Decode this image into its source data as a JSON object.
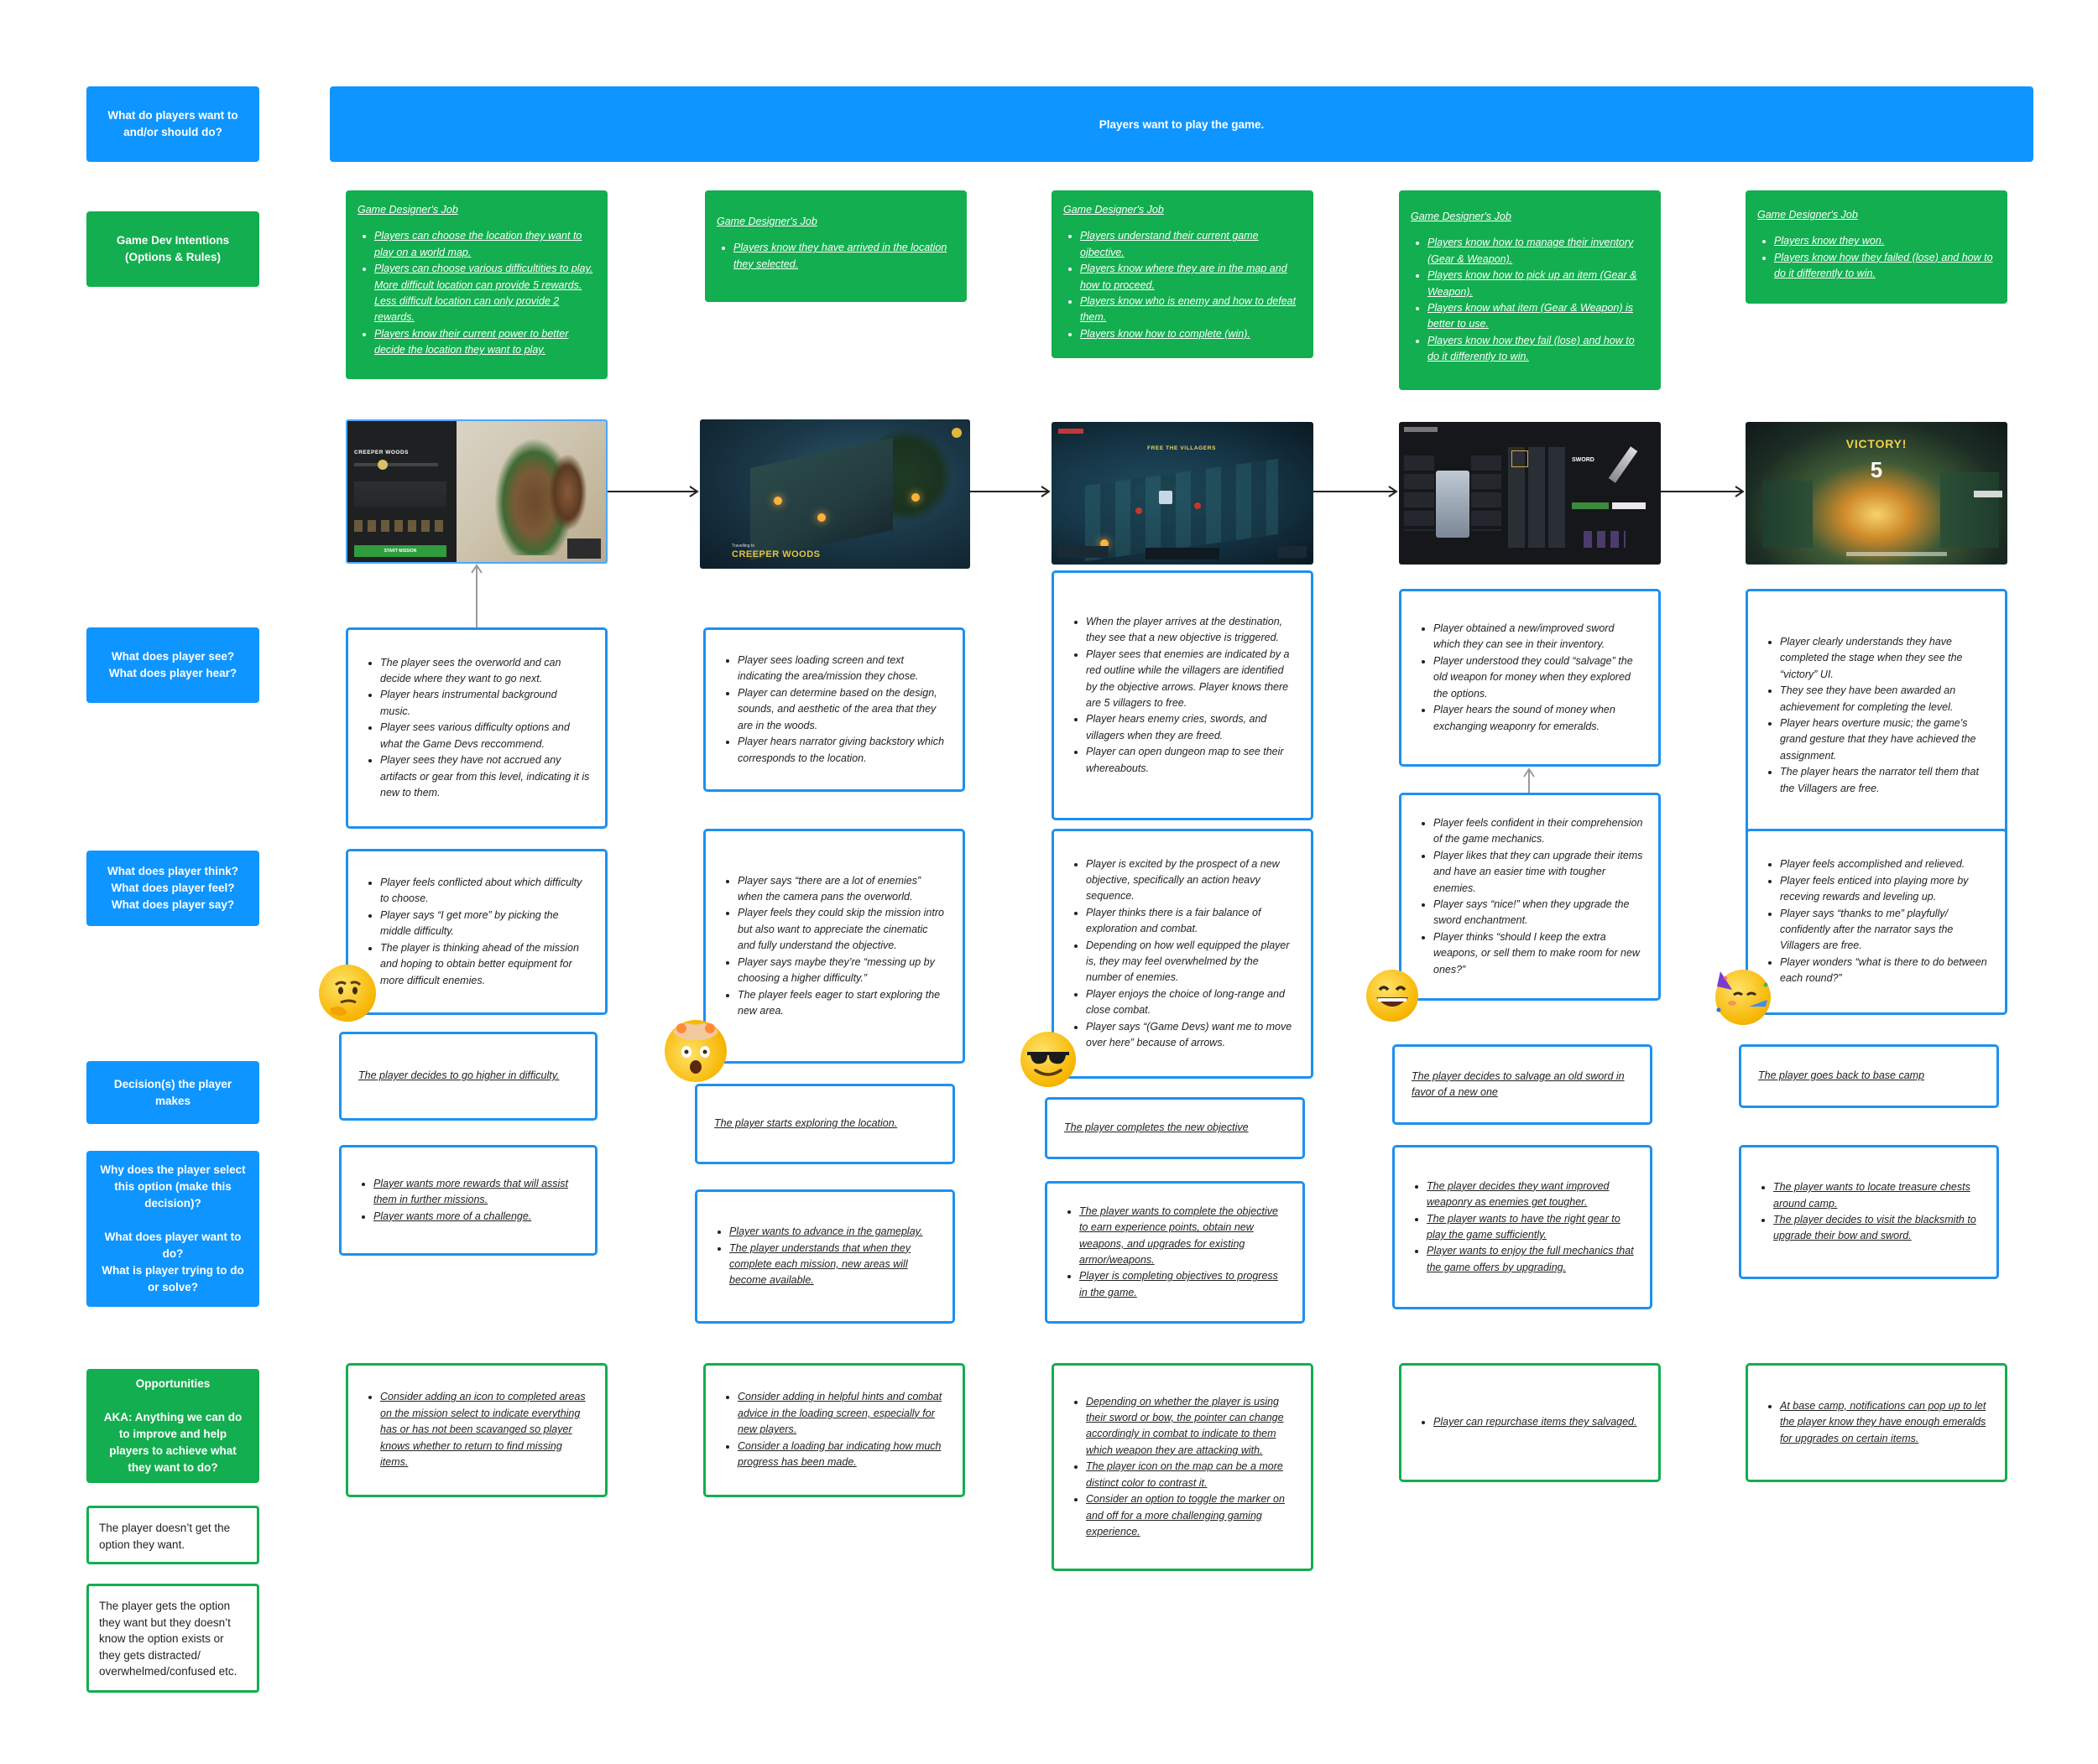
{
  "row_labels": {
    "want": "What do players want to\nand/or should do?",
    "intentions": "Game Dev Intentions\n(Options & Rules)",
    "see_hear": "What does player see?\nWhat does player hear?",
    "think_feel_say": "What does player think?\nWhat does player feel?\nWhat does player say?",
    "decision": "Decision(s) the player makes",
    "why": "Why does the player select this option (make this decision)?\n\nWhat does player want to do?\nWhat is player trying to do or solve?",
    "opportunities_title": "Opportunities",
    "opportunities_sub": "AKA: Anything we can do to improve and help players to achieve what they want to do?",
    "note_1": "The player doesn’t get the option they want.",
    "note_2": "The player gets the option they want but they doesn’t know the option exists or they gets distracted/ overwhelmed/confused etc."
  },
  "banner": "Players want to play the game.",
  "columns": [
    {
      "job_title": "Game Designer's Job",
      "job_items": [
        "Players can choose the location they want to play on a world map.",
        "Players can choose various difficultities to play. More difficult location can provide 5 rewards. Less difficult location can only provide 2 rewards.",
        "Players know their current power to better decide the location they want to play."
      ],
      "screenshot": {
        "title": "CREEPER WOODS",
        "button": "START MISSION"
      },
      "see_hear": [
        "The player sees the overworld and can decide where they want to go next.",
        "Player hears instrumental background music.",
        "Player sees various difficulty options and what the Game Devs reccommend.",
        "Player sees they have not accrued any artifacts or gear from this level, indicating it is new to them."
      ],
      "think": [
        "Player feels conflicted about which difficulty to choose.",
        "Player says “I get more” by picking the middle difficulty.",
        "The player is thinking ahead of the mission and hoping to obtain better equipment for more difficult enemies."
      ],
      "emoji": "thinking-face",
      "decision": "The player decides to go higher in difficulty.",
      "why": [
        "Player wants more rewards that will assist them in further missions.",
        "Player wants more of a challenge."
      ],
      "opportunities": [
        "Consider adding an icon to completed areas on the mission select to indicate everything has or has not been scavanged so player knows whether to return to find missing items."
      ]
    },
    {
      "job_title": "Game Designer's Job",
      "job_items": [
        "Players know they have arrived in the location they selected."
      ],
      "screenshot": {
        "title": "Travelling to",
        "subtitle": "CREEPER WOODS"
      },
      "see_hear": [
        "Player sees loading screen and text indicating the area/mission they chose.",
        "Player can determine based on the design, sounds, and aesthetic of the area that they are in the woods.",
        "Player hears narrator giving backstory which corresponds to the location."
      ],
      "think": [
        "Player says “there are a lot of enemies” when the camera pans the overworld.",
        "Player feels they could skip the mission intro but also want to appreciate the cinematic and fully understand the objective.",
        "Player says maybe they’re “messing up by choosing a higher difficulty.”",
        "The player feels eager to start exploring the new area."
      ],
      "emoji": "exploding-head",
      "decision": "The player starts exploring the location.",
      "why": [
        "Player wants to advance in the gameplay.",
        "The player understands that when they complete each mission, new areas will become available."
      ],
      "opportunities": [
        "Consider adding in helpful hints and combat advice in the loading screen, especially for new players.",
        "Consider a loading bar indicating how much progress has been made."
      ]
    },
    {
      "job_title": "Game Designer's Job",
      "job_items": [
        "Players understand their current game ojbective.",
        "Players know where they are in the map and how to proceed.",
        "Players know who is enemy and how to defeat them.",
        "Players know how to complete (win)."
      ],
      "screenshot": {
        "title": "FREE THE VILLAGERS"
      },
      "see_hear": [
        "When the player arrives at the destination, they see that a new objective is triggered.",
        "Player sees that enemies are indicated by a red outline while the villagers are identified by the objective arrows. Player knows there are 5 villagers to free.",
        "Player hears enemy cries, swords, and villagers when they are freed.",
        "Player can open dungeon map to see their whereabouts."
      ],
      "think": [
        "Player is excited by the prospect of a new objective, specifically an action heavy sequence.",
        "Player thinks there is a fair balance of exploration and combat.",
        "Depending on how well equipped the player is, they may feel overwhelmed by the number of enemies.",
        "Player enjoys the choice of long-range and close combat.",
        "Player says “(Game Devs) want me to move over here” because of arrows."
      ],
      "emoji": "sunglasses-face",
      "decision": "The player completes the new objective",
      "why": [
        "The player wants to complete the objective to earn experience points, obtain new weapons, and upgrades for existing armor/weapons.",
        "Player is completing objectives to progress in the game."
      ],
      "opportunities": [
        "Depending on whether the player is using their sword or bow, the pointer can change accordingly in combat to indicate to them which weapon they are attacking with.",
        "The player icon on the map can be a more distinct color to contrast it.",
        "Consider an option to toggle the marker on and off for a more challenging gaming experience."
      ]
    },
    {
      "job_title": "Game Designer's Job",
      "job_items": [
        "Players know how to manage their inventory (Gear & Weapon).",
        "Players know how to pick up an item (Gear & Weapon).",
        "Players know what item (Gear & Weapon) is better to use.",
        "Players know how they fail (lose) and how to do it differently to win."
      ],
      "screenshot": {
        "title": "SWORD"
      },
      "see_hear": [
        "Player obtained a new/improved sword which they can see in their inventory.",
        "Player understood they could “salvage” the old weapon for money when they explored the options.",
        "Player hears the sound of money when exchanging weaponry for emeralds."
      ],
      "think": [
        "Player feels confident in their comprehension of the game mechanics.",
        "Player likes that they can upgrade their items and have an easier time with tougher enemies.",
        "Player says “nice!” when they upgrade the sword enchantment.",
        "Player thinks “should I keep the extra weapons, or sell them to make room for new ones?”"
      ],
      "emoji": "grinning-face",
      "decision": "The player decides to salvage an old sword in favor of a new one",
      "why": [
        "The player decides they want improved weaponry as enemies get tougher.",
        "The player wants to have the right gear to play the game sufficiently.",
        "Player wants to enjoy the full mechanics that the game offers by upgrading."
      ],
      "opportunities": [
        "Player can repurchase items they salvaged."
      ]
    },
    {
      "job_title": "Game Designer's Job",
      "job_items": [
        "Players know they won.",
        "Players know how they failed (lose) and how to do it differently to win."
      ],
      "screenshot": {
        "title": "VICTORY!",
        "number": "5"
      },
      "see_hear": [
        "Player clearly understands they have completed the stage when they see the “victory” UI.",
        "They see they have been awarded an achievement for completing the level.",
        "Player hears overture music; the game’s grand gesture that they have achieved the assignment.",
        "The player hears the narrator tell them that the Villagers are free."
      ],
      "think": [
        "Player feels accomplished and relieved.",
        "Player feels enticed into playing more by receving rewards and leveling up.",
        "Player says “thanks to me” playfully/ confidently after the narrator says the Villagers are free.",
        "Player wonders “what is there to do between each round?”"
      ],
      "emoji": "partying-face",
      "decision": "The player goes back to base camp",
      "why": [
        "The player wants to locate treasure chests around camp.",
        "The player decides to visit the blacksmith to upgrade their bow and sword."
      ],
      "opportunities": [
        "At base camp, notifications can pop up to let the player know they have enough emeralds for upgrades on certain items."
      ]
    }
  ],
  "colors": {
    "blue": "#0f95ff",
    "green": "#13ae4f",
    "card_border": "#1e90f0"
  }
}
